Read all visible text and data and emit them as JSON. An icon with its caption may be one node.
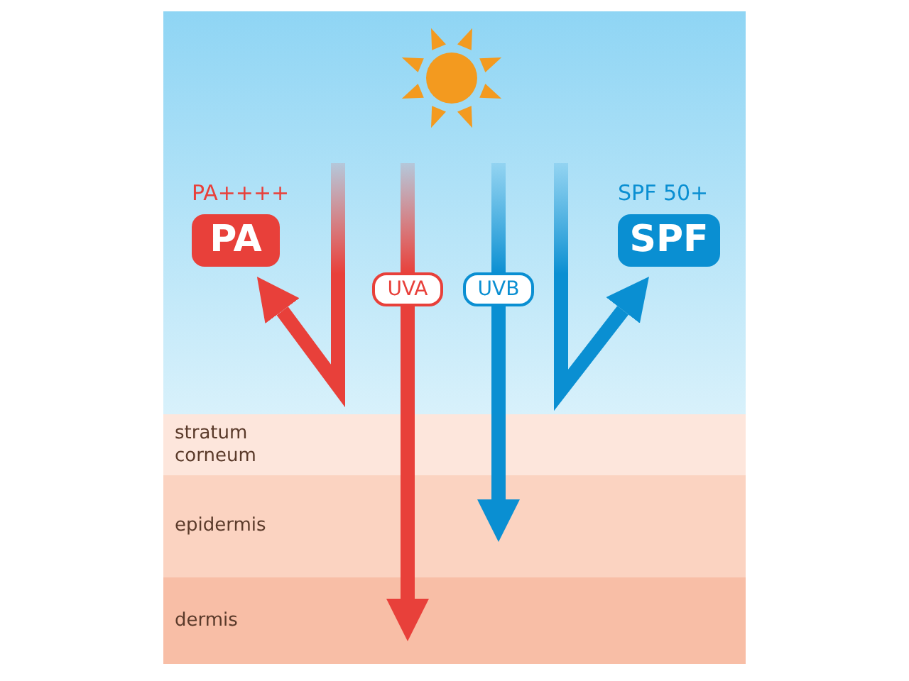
{
  "diagram": {
    "nodes": [
      {
        "text": [
          "stratum corneum"
        ]
      },
      {
        "text": [
          "epidermis"
        ]
      },
      {
        "text": [
          "dermis"
        ]
      },
      {
        "text": [
          "PA++++",
          "PA"
        ]
      },
      {
        "text": [
          "SPF 50+",
          "SPF"
        ]
      }
    ],
    "edges": [
      {
        "from": null,
        "to": 3,
        "arrow": "to",
        "color": "#e8403a"
      },
      {
        "from": null,
        "to": 2,
        "arrow": "to",
        "label": "UVA",
        "color": "#e8403a"
      },
      {
        "from": null,
        "to": 1,
        "arrow": "to",
        "label": "UVB",
        "color": "#0a8fd2"
      },
      {
        "from": null,
        "to": 4,
        "arrow": "to",
        "color": "#0a8fd2"
      }
    ]
  }
}
